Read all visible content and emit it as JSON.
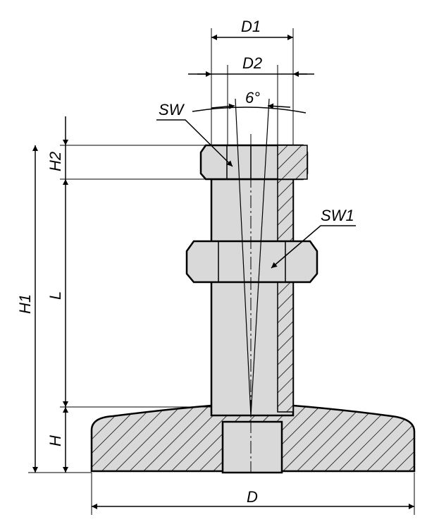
{
  "labels": {
    "d1": "D1",
    "d2": "D2",
    "angle": "6°",
    "sw": "SW",
    "sw1": "SW1",
    "h1": "H1",
    "h2": "H2",
    "l": "L",
    "h": "H",
    "d": "D"
  },
  "colors": {
    "part_fill": "#d9d9d9",
    "line": "#000000"
  }
}
